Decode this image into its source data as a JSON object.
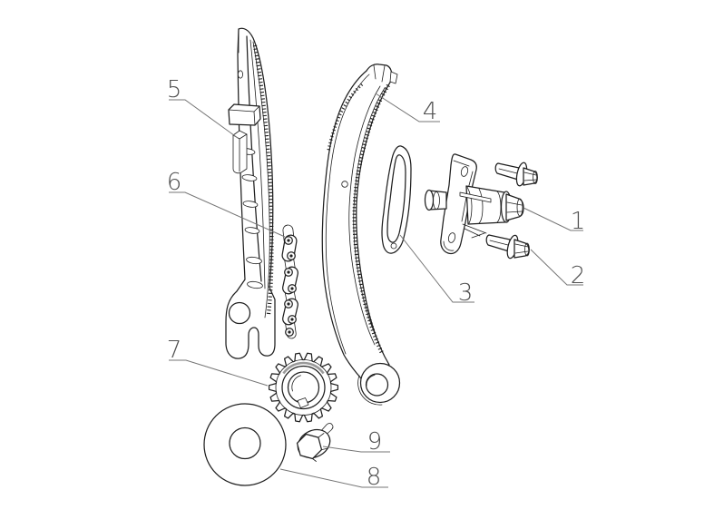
{
  "part_labels": [
    "1",
    "2",
    "3",
    "4",
    "5",
    "6",
    "7",
    "8",
    "9"
  ],
  "colors": {
    "background": "#ffffff",
    "line_art": "#1f1f1f",
    "label_text": "#4f4f4f",
    "leader_lines": "#757575"
  }
}
